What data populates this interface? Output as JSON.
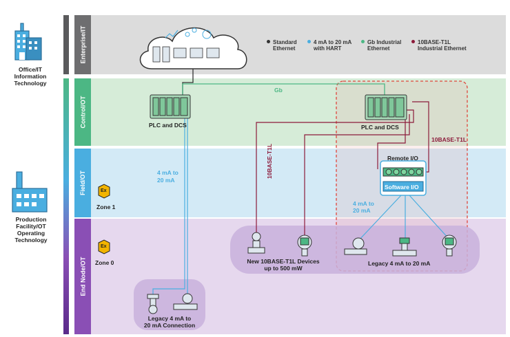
{
  "left_labels": {
    "office": [
      "Office/IT",
      "Information",
      "Technology"
    ],
    "production": [
      "Production",
      "Facility/OT",
      "Operating",
      "Technology"
    ]
  },
  "zones_tabs": {
    "enterprise": "Enterprise/IT",
    "control": "Control/OT",
    "field": "Field/OT",
    "endnode": "End Node/OT"
  },
  "legend": [
    {
      "label_line1": "Standard",
      "label_line2": "Ethernet",
      "color": "#333333"
    },
    {
      "label_line1": "4 mA to 20 mA",
      "label_line2": "with HART",
      "color": "#4aaee0"
    },
    {
      "label_line1": "Gb Industrial",
      "label_line2": "Ethernet",
      "color": "#4cb784"
    },
    {
      "label_line1": "10BASE-T1L",
      "label_line2": "Industrial Ethernet",
      "color": "#8c1a3a"
    }
  ],
  "labels": {
    "plc_left": "PLC and DCS",
    "plc_right": "PLC and DCS",
    "gb": "Gb",
    "t1l_vertical": "10BASE-T1L",
    "t1l_right": "10BASE-T1L",
    "ma_left_1": "4 mA to",
    "ma_left_2": "20 mA",
    "ma_right_1": "4 mA to",
    "ma_right_2": "20 mA",
    "remote_io": "Remote I/O",
    "software_io": "Software I/O",
    "zone1": "Zone 1",
    "zone0": "Zone 0",
    "ex_symbol": "Ex",
    "new_devices_1": "New 10BASE-T1L Devices",
    "new_devices_2": "up to 500 mW",
    "legacy_right": "Legacy 4 mA to 20 mA",
    "legacy_left_1": "Legacy 4 mA to",
    "legacy_left_2": "20 mA Connection"
  },
  "colors": {
    "enterprise_band": "#dcdcdc",
    "control_band": "#d6ecd8",
    "field_band": "#d3eaf6",
    "endnode_band": "#e6d8ee",
    "tab_enterprise": "#6e6e70",
    "tab_control": "#4cb784",
    "tab_field": "#4aaee0",
    "tab_endnode": "#8a4fb5",
    "hart_blue": "#4aaee0",
    "gb_green": "#4cb784",
    "t1l_maroon": "#8c1a3a",
    "red_dashed": "#e0443a"
  }
}
